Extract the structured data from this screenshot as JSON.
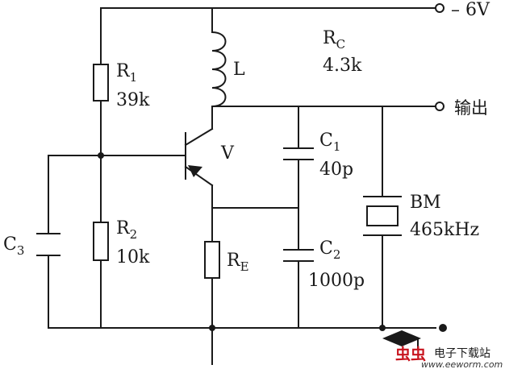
{
  "components": {
    "supply": {
      "label": "– 6V"
    },
    "output": {
      "label": "输出"
    },
    "r1": {
      "name": "R",
      "sub": "1",
      "value": "39k"
    },
    "r2": {
      "name": "R",
      "sub": "2",
      "value": "10k"
    },
    "rc": {
      "name": "R",
      "sub": "C",
      "value": "4.3k"
    },
    "re": {
      "name": "R",
      "sub": "E"
    },
    "l": {
      "name": "L"
    },
    "v": {
      "name": "V"
    },
    "c1": {
      "name": "C",
      "sub": "1",
      "value": "40p"
    },
    "c2": {
      "name": "C",
      "sub": "2",
      "value": "1000p"
    },
    "c3": {
      "name": "C",
      "sub": "3"
    },
    "bm": {
      "name": "BM",
      "value": "465kHz"
    }
  },
  "watermark": {
    "logo": "虫虫",
    "text": "电子下载站",
    "url": "www.eeworm.com",
    "color": "#c8141e"
  }
}
